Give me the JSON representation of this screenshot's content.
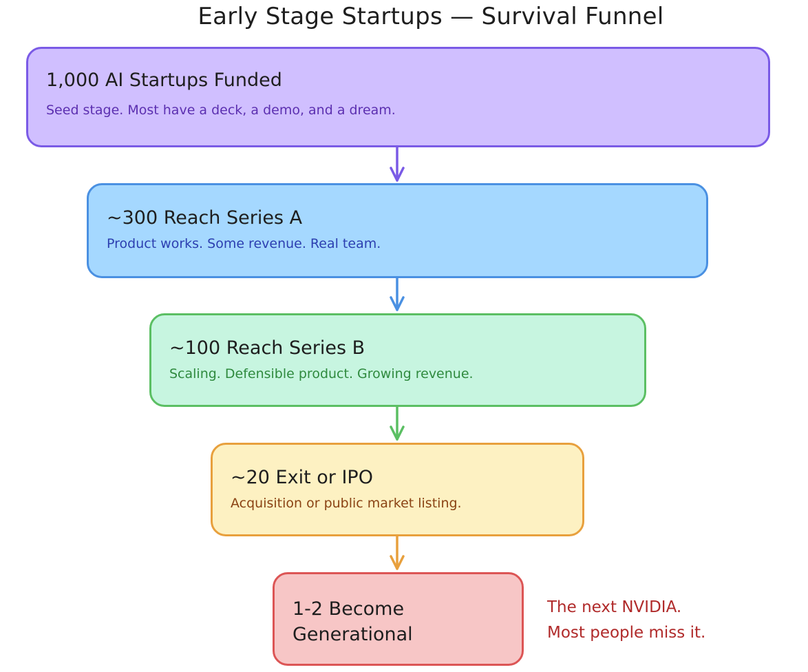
{
  "title": "Early Stage Startups — Survival Funnel",
  "stages": [
    {
      "heading": "1,000 AI Startups Funded",
      "description": "Seed stage. Most have a deck, a demo, and a dream.",
      "fill": "#d0bfff",
      "stroke": "#7a5ae6"
    },
    {
      "heading": "~300 Reach Series A",
      "description": "Product works. Some revenue. Real team.",
      "fill": "#a5d8ff",
      "stroke": "#4a90e2"
    },
    {
      "heading": "~100 Reach Series B",
      "description": "Scaling. Defensible product. Growing revenue.",
      "fill": "#c7f5e0",
      "stroke": "#5bbf63"
    },
    {
      "heading": "~20 Exit or IPO",
      "description": "Acquisition or public market listing.",
      "fill": "#fdf1c2",
      "stroke": "#e8a03d"
    },
    {
      "heading": "1-2 Become Generational",
      "description": "",
      "fill": "#f7c6c6",
      "stroke": "#dc5555"
    }
  ],
  "annotation": {
    "line1": "The next NVIDIA.",
    "line2": "Most people miss it.",
    "color": "#b02a2a"
  },
  "arrow_colors": [
    "#7a5ae6",
    "#4a90e2",
    "#5bbf63",
    "#e8a03d"
  ]
}
